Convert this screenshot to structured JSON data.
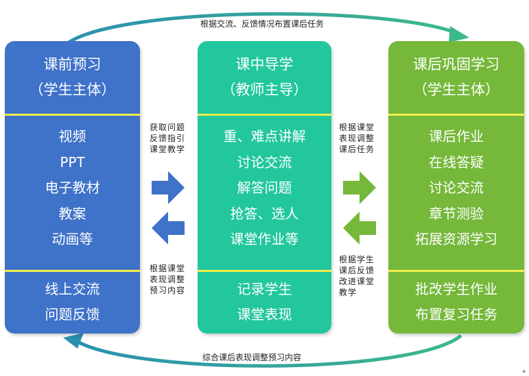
{
  "top_flow_label": "根据交流、反馈情况布置课后任务",
  "bottom_flow_label": "综合课后表现调整预习内容",
  "columns": [
    {
      "title": "课前预习",
      "subtitle": "（学生主体）",
      "items": [
        "视频",
        "PPT",
        "电子教材",
        "教案",
        "动画等"
      ],
      "footer": [
        "线上交流",
        "问题反馈"
      ]
    },
    {
      "title": "课中导学",
      "subtitle": "（教师主导）",
      "items": [
        "重、难点讲解",
        "讨论交流",
        "解答问题",
        "抢答、选人",
        "课堂作业等"
      ],
      "footer": [
        "记录学生",
        "课堂表现"
      ]
    },
    {
      "title": "课后巩固学习",
      "subtitle": "（学生主体）",
      "items": [
        "课后作业",
        "在线答疑",
        "讨论交流",
        "章节测验",
        "拓展资源学习"
      ],
      "footer": [
        "批改学生作业",
        "布置复习任务"
      ]
    }
  ],
  "left_notes": {
    "forward": [
      "获取问题",
      "反馈指引",
      "课堂教学"
    ],
    "backward": [
      "根据课堂",
      "表现调整",
      "预习内容"
    ]
  },
  "right_notes": {
    "forward": [
      "根据课堂",
      "表现调整",
      "课后任务"
    ],
    "backward": [
      "根据学生",
      "课后反馈",
      "改进课堂",
      "教学"
    ]
  },
  "corner_mark": "+",
  "colors": {
    "blue": "#3f72c9",
    "teal": "#22c79d",
    "green": "#75b83a",
    "divider": "#f2ee4a",
    "arc": "#2fa79a"
  }
}
